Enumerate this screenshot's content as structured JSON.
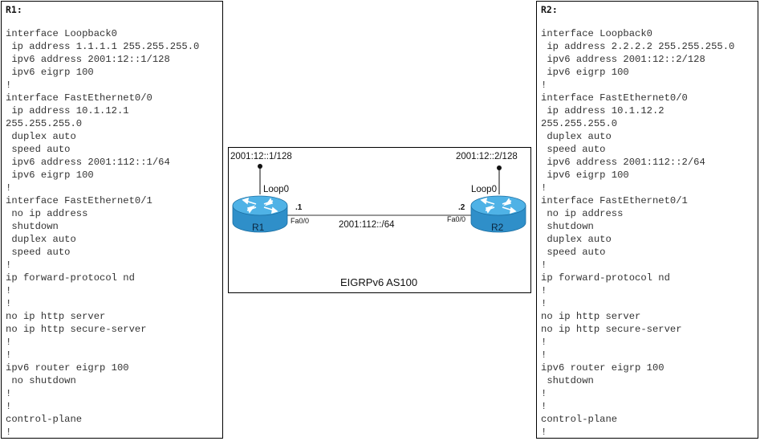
{
  "r1": {
    "title": "R1:",
    "lines": [
      "interface Loopback0",
      " ip address 1.1.1.1 255.255.255.0",
      " ipv6 address 2001:12::1/128",
      " ipv6 eigrp 100",
      "!",
      "interface FastEthernet0/0",
      " ip address 10.1.12.1",
      "255.255.255.0",
      " duplex auto",
      " speed auto",
      " ipv6 address 2001:112::1/64",
      " ipv6 eigrp 100",
      "!",
      "interface FastEthernet0/1",
      " no ip address",
      " shutdown",
      " duplex auto",
      " speed auto",
      "!",
      "ip forward-protocol nd",
      "!",
      "!",
      "no ip http server",
      "no ip http secure-server",
      "!",
      "!",
      "ipv6 router eigrp 100",
      " no shutdown",
      "!",
      "!",
      "control-plane",
      "!"
    ]
  },
  "r2": {
    "title": "R2:",
    "lines": [
      "interface Loopback0",
      " ip address 2.2.2.2 255.255.255.0",
      " ipv6 address 2001:12::2/128",
      " ipv6 eigrp 100",
      "!",
      "interface FastEthernet0/0",
      " ip address 10.1.12.2",
      "255.255.255.0",
      " duplex auto",
      " speed auto",
      " ipv6 address 2001:112::2/64",
      " ipv6 eigrp 100",
      "!",
      "interface FastEthernet0/1",
      " no ip address",
      " shutdown",
      " duplex auto",
      " speed auto",
      "!",
      "ip forward-protocol nd",
      "!",
      "!",
      "no ip http server",
      "no ip http secure-server",
      "!",
      "!",
      "ipv6 router eigrp 100",
      " shutdown",
      "!",
      "!",
      "control-plane",
      "!"
    ]
  },
  "topology": {
    "r1_loopback_address": "2001:12::1/128",
    "r2_loopback_address": "2001:12::2/128",
    "r1_loopback_label": "Loop0",
    "r2_loopback_label": "Loop0",
    "r1_name": "R1",
    "r2_name": "R2",
    "r1_host_id": ".1",
    "r2_host_id": ".2",
    "r1_interface": "Fa0/0",
    "r2_interface": "Fa0/0",
    "link_subnet": "2001:112::/64",
    "caption": "EIGRPv6 AS100",
    "router_color": "#2f8fc9",
    "router_top_color": "#4fb2e6",
    "router_side_color": "#1b6fa3"
  }
}
